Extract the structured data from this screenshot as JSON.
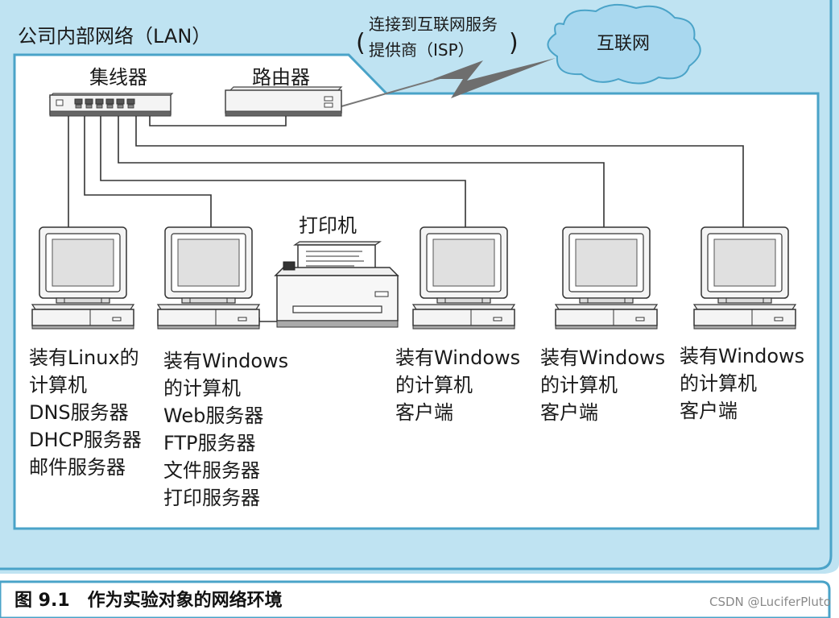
{
  "lan_label": "公司内部网络（LAN）",
  "isp_label": [
    "连接到互联网服务",
    "提供商（ISP）"
  ],
  "internet_label": "互联网",
  "hub_label": "集线器",
  "router_label": "路由器",
  "printer_label": "打印机",
  "computers": [
    {
      "lines": [
        "装有Linux的",
        "计算机",
        "DNS服务器",
        "DHCP服务器",
        "邮件服务器"
      ]
    },
    {
      "lines": [
        "装有Windows",
        "的计算机",
        "Web服务器",
        "FTP服务器",
        "文件服务器",
        "打印服务器"
      ]
    },
    {
      "lines": [
        "装有Windows",
        "的计算机",
        "客户端"
      ]
    },
    {
      "lines": [
        "装有Windows",
        "的计算机",
        "客户端"
      ]
    },
    {
      "lines": [
        "装有Windows",
        "的计算机",
        "客户端"
      ]
    }
  ],
  "caption": "图 9.1　作为实验对象的网络环境",
  "watermark": "CSDN @LuciferPluto",
  "colors": {
    "panel": "#bfe3f2",
    "border": "#4aa3c8",
    "cloud": "#a9d8ef"
  }
}
